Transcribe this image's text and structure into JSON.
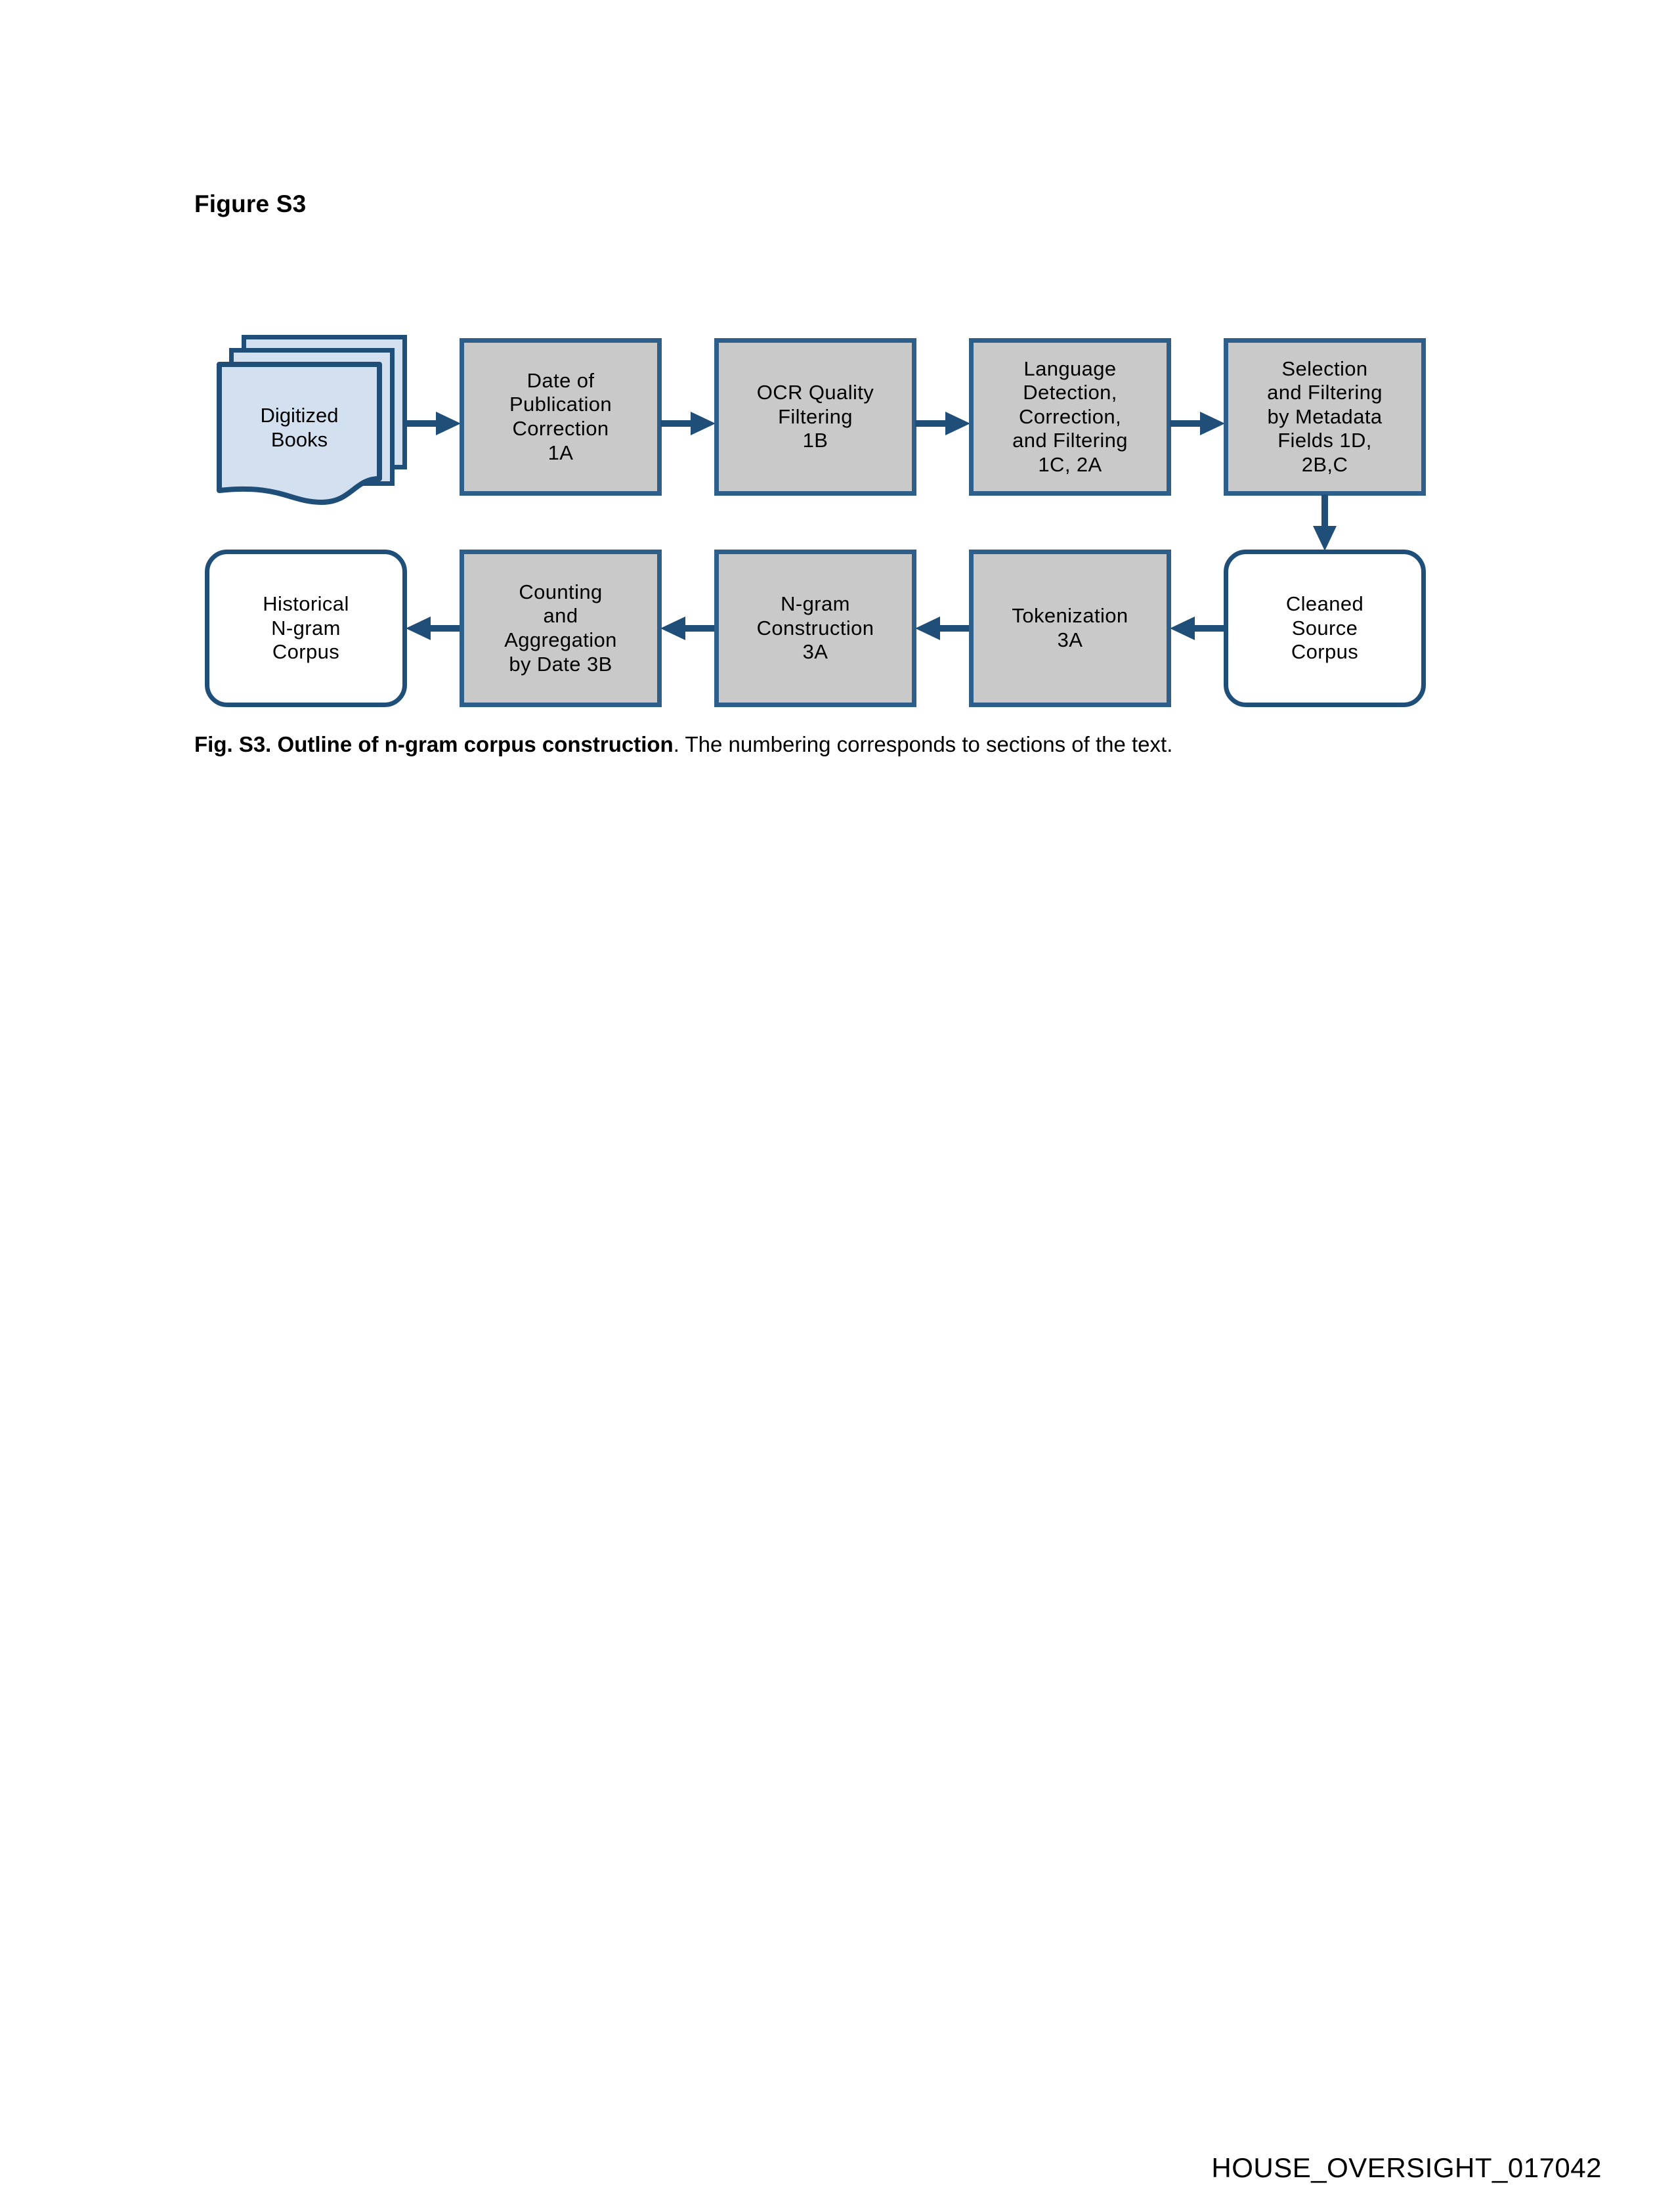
{
  "page": {
    "heading": "Figure S3",
    "bates_stamp": "HOUSE_OVERSIGHT_017042"
  },
  "caption": {
    "bold_part": "Fig. S3. Outline of n-gram corpus construction",
    "rest_part": ". The numbering corresponds to sections of the text."
  },
  "colors": {
    "process_fill": "#C9C9C9",
    "process_border": "#2E5F8A",
    "terminator_fill": "#FFFFFF",
    "terminator_border": "#1F4E79",
    "document_fill": "#D3E0F0",
    "document_border": "#1F4E79",
    "arrow": "#1F4E79",
    "text": "#000000",
    "page_background": "#FFFFFF"
  },
  "chart_data": {
    "type": "diagram",
    "title": "Outline of n-gram corpus construction",
    "nodes": [
      {
        "id": "digitized-books",
        "label": "Digitized\nBooks",
        "shape": "multi-document",
        "row": 1,
        "order": 1,
        "fill": "#D3E0F0"
      },
      {
        "id": "date-of-publication-correction",
        "label": "Date of\nPublication\nCorrection\n1A",
        "shape": "process",
        "row": 1,
        "order": 2,
        "fill": "#C9C9C9",
        "section": "1A"
      },
      {
        "id": "ocr-quality-filtering",
        "label": "OCR Quality\nFiltering\n1B",
        "shape": "process",
        "row": 1,
        "order": 3,
        "fill": "#C9C9C9",
        "section": "1B"
      },
      {
        "id": "language-detection-correction-filtering",
        "label": "Language\nDetection,\nCorrection,\nand Filtering\n1C, 2A",
        "shape": "process",
        "row": 1,
        "order": 4,
        "fill": "#C9C9C9",
        "section": "1C, 2A"
      },
      {
        "id": "selection-filtering-by-metadata",
        "label": "Selection\nand Filtering\nby Metadata\nFields 1D,\n2B,C",
        "shape": "process",
        "row": 1,
        "order": 5,
        "fill": "#C9C9C9",
        "section": "1D, 2B,C"
      },
      {
        "id": "cleaned-source-corpus",
        "label": "Cleaned\nSource\nCorpus",
        "shape": "terminator",
        "row": 2,
        "order": 1,
        "fill": "#FFFFFF"
      },
      {
        "id": "tokenization",
        "label": "Tokenization\n3A",
        "shape": "process",
        "row": 2,
        "order": 2,
        "fill": "#C9C9C9",
        "section": "3A"
      },
      {
        "id": "n-gram-construction",
        "label": "N-gram\nConstruction\n3A",
        "shape": "process",
        "row": 2,
        "order": 3,
        "fill": "#C9C9C9",
        "section": "3A"
      },
      {
        "id": "counting-and-aggregation-by-date",
        "label": "Counting\nand\nAggregation\nby Date  3B",
        "shape": "process",
        "row": 2,
        "order": 4,
        "fill": "#C9C9C9",
        "section": "3B"
      },
      {
        "id": "historical-n-gram-corpus",
        "label": "Historical\nN-gram\nCorpus",
        "shape": "terminator",
        "row": 2,
        "order": 5,
        "fill": "#FFFFFF"
      }
    ],
    "edges": [
      {
        "from": "digitized-books",
        "to": "date-of-publication-correction",
        "direction": "right"
      },
      {
        "from": "date-of-publication-correction",
        "to": "ocr-quality-filtering",
        "direction": "right"
      },
      {
        "from": "ocr-quality-filtering",
        "to": "language-detection-correction-filtering",
        "direction": "right"
      },
      {
        "from": "language-detection-correction-filtering",
        "to": "selection-filtering-by-metadata",
        "direction": "right"
      },
      {
        "from": "selection-filtering-by-metadata",
        "to": "cleaned-source-corpus",
        "direction": "down"
      },
      {
        "from": "cleaned-source-corpus",
        "to": "tokenization",
        "direction": "left"
      },
      {
        "from": "tokenization",
        "to": "n-gram-construction",
        "direction": "left"
      },
      {
        "from": "n-gram-construction",
        "to": "counting-and-aggregation-by-date",
        "direction": "left"
      },
      {
        "from": "counting-and-aggregation-by-date",
        "to": "historical-n-gram-corpus",
        "direction": "left"
      }
    ]
  }
}
